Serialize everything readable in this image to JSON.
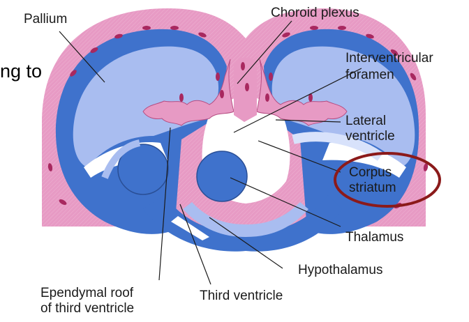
{
  "diagram": {
    "partial_text": "ng to",
    "labels": {
      "pallium": "Pallium",
      "choroid_plexus": "Choroid plexus",
      "interventricular_line1": "Interventricular",
      "interventricular_line2": "foramen",
      "lateral_line1": "Lateral",
      "lateral_line2": "ventricle",
      "corpus_line1": "Corpus",
      "corpus_line2": "striatum",
      "thalamus": "Thalamus",
      "hypothalamus": "Hypothalamus",
      "ependymal_line1": "Ependymal roof",
      "ependymal_line2": "of third ventricle",
      "third_ventricle": "Third ventricle"
    },
    "highlight": {
      "target": "corpus-striatum",
      "color": "#8b1a1a"
    }
  }
}
